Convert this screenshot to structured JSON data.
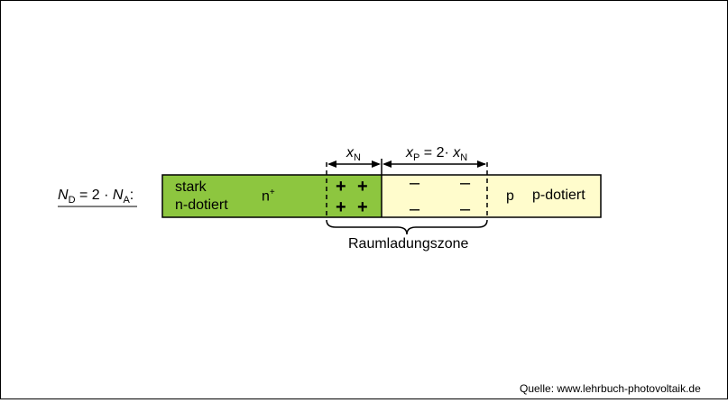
{
  "colors": {
    "n_region": "#8dc63f",
    "depletion_p_region": "#fffccc",
    "p_region": "#fffccc",
    "outline": "#000000"
  },
  "equation": {
    "left": "N",
    "left_sub": "D",
    "middle": " = 2 · ",
    "right": "N",
    "right_sub": "A",
    "suffix": ":"
  },
  "labels": {
    "stark": "stark",
    "n_dotiert": "n-dotiert",
    "n_plus": "n",
    "n_plus_sup": "+",
    "p": "p",
    "p_dotiert": "p-dotiert",
    "raumladungszone": "Raumladungszone",
    "source": "Quelle: www.lehrbuch-photovoltaik.de"
  },
  "dimensions": {
    "xn_var": "x",
    "xn_sub": "N",
    "xp_var": "x",
    "xp_sub": "P",
    "xp_mid": " = 2· ",
    "xp_var2": "x",
    "xp_sub2": "N"
  },
  "charges": {
    "positive": "+",
    "negative": "–"
  }
}
